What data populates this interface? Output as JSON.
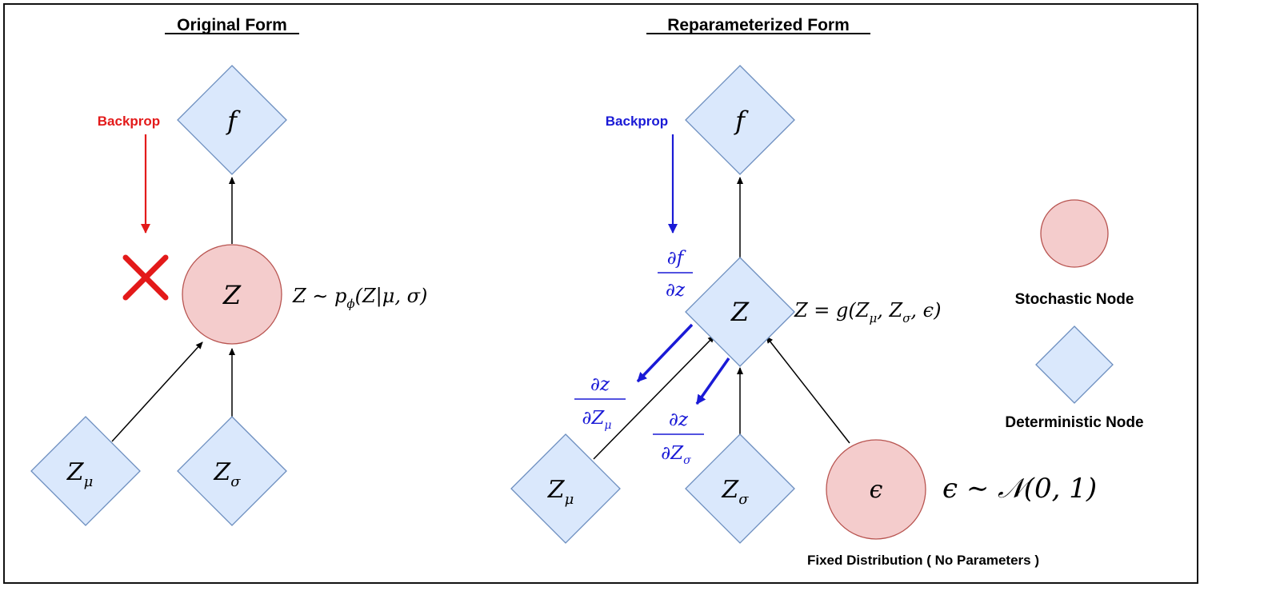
{
  "original": {
    "title": "Original Form",
    "backprop_label": "Backprop",
    "blocked_marker": "✕",
    "node_f": "f",
    "node_z": "Z",
    "node_zmu": {
      "base": "Z",
      "sub": "μ"
    },
    "node_zsigma": {
      "base": "Z",
      "sub": "σ"
    },
    "z_equation": {
      "lhs": "Z ∼ p",
      "sub": "ϕ",
      "rhs": "(Z|μ, σ)"
    }
  },
  "reparam": {
    "title": "Reparameterized Form",
    "backprop_label": "Backprop",
    "node_f": "f",
    "node_z": "Z",
    "node_zmu": {
      "base": "Z",
      "sub": "μ"
    },
    "node_zsigma": {
      "base": "Z",
      "sub": "σ"
    },
    "node_eps": "ϵ",
    "z_equation": {
      "a": "Z = g(Z",
      "sub1": "μ",
      "b": ", Z",
      "sub2": "σ",
      "c": ", ϵ)"
    },
    "eps_equation": "ϵ ∼ 𝒩(0, 1)",
    "grad_df_dz": {
      "num": "∂f",
      "den": "∂z"
    },
    "grad_dz_dzmu": {
      "num": "∂z",
      "den_base": "∂Z",
      "den_sub": "μ"
    },
    "grad_dz_dzsigma": {
      "num": "∂z",
      "den_base": "∂Z",
      "den_sub": "σ"
    },
    "fixed_caption": "Fixed Distribution ( No Parameters )"
  },
  "legend": {
    "stochastic_label": "Stochastic Node",
    "deterministic_label": "Deterministic Node"
  },
  "colors": {
    "stochastic_fill": "#f4cccc",
    "stochastic_stroke": "#b85450",
    "deterministic_fill": "#dae8fc",
    "deterministic_stroke": "#6c8ebf",
    "red": "#e31a1a",
    "blue": "#1a1ad6",
    "black": "#000000"
  }
}
